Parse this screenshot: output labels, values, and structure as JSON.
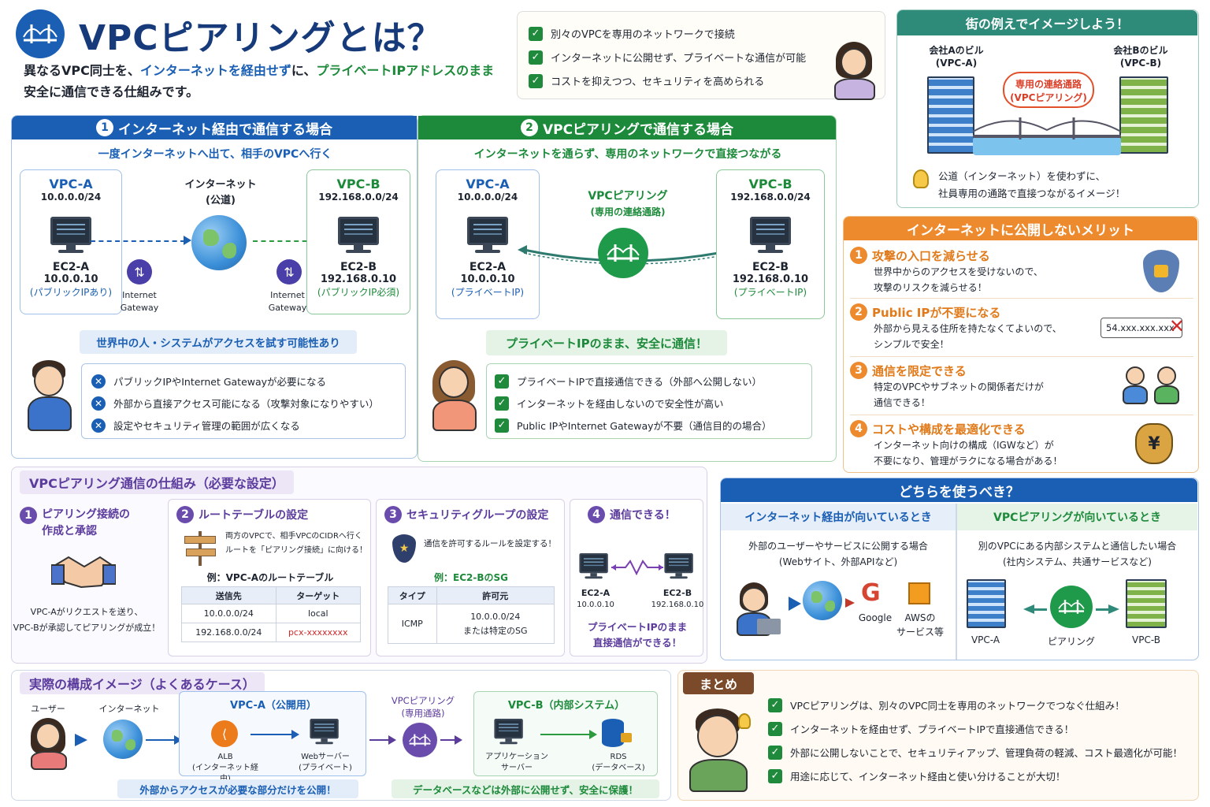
{
  "title": "VPCピアリングとは？",
  "intro": {
    "p1": "異なるVPC同士を、",
    "p2": "インターネットを経由せず",
    "p3": "に、",
    "p4": "プライベートIPアドレスのまま",
    "p5": "安全に通信できる仕組みです。"
  },
  "top_checks": [
    "別々のVPCを専用のネットワークで接続",
    "インターネットに公開せず、プライベートな通信が可能",
    "コストを抑えつつ、セキュリティを高められる"
  ],
  "city": {
    "header": "街の例えでイメージしよう！",
    "a_name": "会社Aのビル",
    "a_vpc": "(VPC-A)",
    "b_name": "会社Bのビル",
    "b_vpc": "(VPC-B)",
    "bubble1": "専用の連絡通路",
    "bubble2": "(VPCピアリング)",
    "note1": "公道（インターネット）を使わずに、",
    "note2": "社員専用の通路で直接つながるイメージ！"
  },
  "sec1": {
    "num": "1",
    "header": "インターネット経由で通信する場合",
    "sub": "一度インターネットへ出て、相手のVPCへ行く",
    "vpca": "VPC-A",
    "vpca_cidr": "10.0.0.0/24",
    "ec2a": "EC2-A",
    "ec2a_ip": "10.0.0.10",
    "ec2a_note": "(パブリックIPあり)",
    "inet1": "インターネット",
    "inet2": "(公道)",
    "vpcb": "VPC-B",
    "vpcb_cidr": "192.168.0.0/24",
    "ec2b": "EC2-B",
    "ec2b_ip": "192.168.0.10",
    "ec2b_note": "(パブリックIP必須)",
    "igw1": "Internet",
    "igw2": "Gateway",
    "warn": "世界中の人・システムがアクセスを試す可能性あり",
    "items": [
      "パブリックIPやInternet Gatewayが必要になる",
      "外部から直接アクセス可能になる（攻撃対象になりやすい）",
      "設定やセキュリティ管理の範囲が広くなる"
    ]
  },
  "sec2": {
    "num": "2",
    "header": "VPCピアリングで通信する場合",
    "sub": "インターネットを通らず、専用のネットワークで直接つながる",
    "vpca": "VPC-A",
    "vpca_cidr": "10.0.0.0/24",
    "ec2a": "EC2-A",
    "ec2a_ip": "10.0.0.10",
    "ec2a_note": "(プライベートIP)",
    "peer1": "VPCピアリング",
    "peer2": "(専用の連絡通路)",
    "vpcb": "VPC-B",
    "vpcb_cidr": "192.168.0.0/24",
    "ec2b": "EC2-B",
    "ec2b_ip": "192.168.0.10",
    "ec2b_note": "(プライベートIP)",
    "ok": "プライベートIPのまま、安全に通信！",
    "items": [
      "プライベートIPで直接通信できる（外部へ公開しない）",
      "インターネットを経由しないので安全性が高い",
      "Public IPやInternet Gatewayが不要（通信目的の場合）"
    ]
  },
  "merit": {
    "header": "インターネットに公開しないメリット",
    "items": [
      {
        "num": "1",
        "title": "攻撃の入口を減らせる",
        "l1": "世界中からのアクセスを受けないので、",
        "l2": "攻撃のリスクを減らせる！"
      },
      {
        "num": "2",
        "title": "Public IPが不要になる",
        "l1": "外部から見える住所を持たなくてよいので、",
        "l2": "シンプルで安全！"
      },
      {
        "num": "3",
        "title": "通信を限定できる",
        "l1": "特定のVPCやサブネットの関係者だけが",
        "l2": "通信できる！"
      },
      {
        "num": "4",
        "title": "コストや構成を最適化できる",
        "l1": "インターネット向けの構成（IGWなど）が",
        "l2": "不要になり、管理がラクになる場合がある！"
      }
    ],
    "ip": "54.xxx.xxx.xxx",
    "yen": "¥"
  },
  "mech": {
    "header": "VPCピアリング通信の仕組み（必要な設定）",
    "s1": {
      "num": "1",
      "t1": "ピアリング接続の",
      "t2": "作成と承認",
      "d1": "VPC-Aがリクエストを送り、",
      "d2": "VPC-Bが承認してピアリングが成立！"
    },
    "s2": {
      "num": "2",
      "title": "ルートテーブルの設定",
      "d1": "両方のVPCで、相手VPCのCIDRへ行く",
      "d2": "ルートを「ピアリング接続」に向ける！",
      "ex": "例：VPC-Aのルートテーブル",
      "cols": [
        "送信先",
        "ターゲット"
      ],
      "rows": [
        [
          "10.0.0.0/24",
          "local"
        ],
        [
          "192.168.0.0/24",
          "pcx-xxxxxxxx"
        ]
      ]
    },
    "s3": {
      "num": "3",
      "title": "セキュリティグループの設定",
      "d1": "通信を許可するルールを設定する！",
      "ex": "例：EC2-BのSG",
      "cols": [
        "タイプ",
        "許可元"
      ],
      "type": "ICMP",
      "src1": "10.0.0.0/24",
      "src2": "または特定のSG"
    },
    "s4": {
      "num": "4",
      "title": "通信できる！",
      "a": "EC2-A",
      "a_ip": "10.0.0.10",
      "b": "EC2-B",
      "b_ip": "192.168.0.10",
      "n1": "プライベートIPのまま",
      "n2": "直接通信ができる！"
    }
  },
  "which": {
    "header": "どちらを使うべき？",
    "left_h": "インターネット経由が向いているとき",
    "left_d1": "外部のユーザーやサービスに公開する場合",
    "left_d2": "(Webサイト、外部APIなど)",
    "google": "Google",
    "aws1": "AWSの",
    "aws2": "サービス等",
    "right_h": "VPCピアリングが向いているとき",
    "right_d1": "別のVPCにある内部システムと通信したい場合",
    "right_d2": "(社内システム、共通サービスなど)",
    "vpca": "VPC-A",
    "peer": "ピアリング",
    "vpcb": "VPC-B",
    "g": "G"
  },
  "real": {
    "header": "実際の構成イメージ（よくあるケース）",
    "user": "ユーザー",
    "inet": "インターネット",
    "vpca_h": "VPC-A（公開用）",
    "alb1": "ALB",
    "alb2": "(インターネット経由)",
    "web1": "Webサーバー",
    "web2": "(プライベート)",
    "peer1": "VPCピアリング",
    "peer2": "(専用通路)",
    "vpcb_h": "VPC-B（内部システム）",
    "app1": "アプリケーション",
    "app2": "サーバー",
    "rds1": "RDS",
    "rds2": "(データベース)",
    "note1": "外部からアクセスが必要な部分だけを公開！",
    "note2": "データベースなどは外部に公開せず、安全に保護！"
  },
  "summary": {
    "header": "まとめ",
    "items": [
      "VPCピアリングは、別々のVPC同士を専用のネットワークでつなぐ仕組み！",
      "インターネットを経由せず、プライベートIPで直接通信できる！",
      "外部に公開しないことで、セキュリティアップ、管理負荷の軽減、コスト最適化が可能！",
      "用途に応じて、インターネット経由と使い分けることが大切！"
    ]
  },
  "colors": {
    "blue": "#1a5fb4",
    "green": "#1c8a3a",
    "orange": "#e07a1a",
    "purple": "#5b3b9c",
    "teal": "#2e8b7a"
  }
}
